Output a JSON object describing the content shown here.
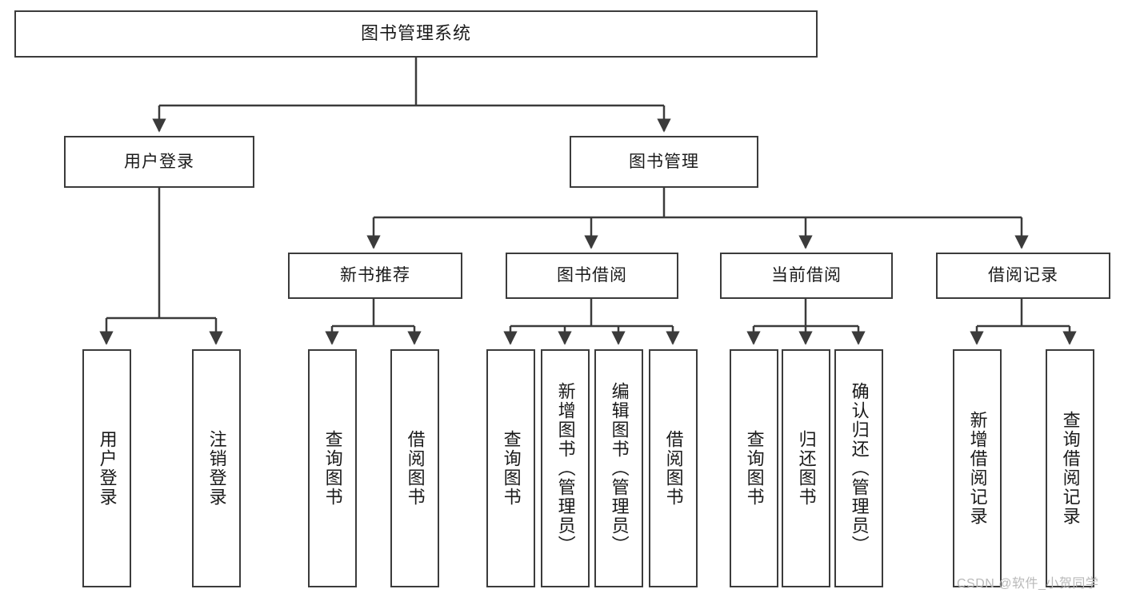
{
  "diagram": {
    "type": "tree-hierarchy-flowchart",
    "title": "图书管理系统",
    "colors": {
      "background": "#ffffff",
      "box_border": "#3b3b3b",
      "box_fill": "#ffffff",
      "connector": "#3b3b3b",
      "text": "#1a1a1a",
      "watermark": "#b9b9b9"
    },
    "levels": [
      {
        "level": 1,
        "nodes": [
          {
            "id": "root",
            "label": "图书管理系统",
            "orientation": "horizontal"
          }
        ]
      },
      {
        "level": 2,
        "nodes": [
          {
            "id": "login",
            "label": "用户登录",
            "orientation": "horizontal",
            "parent": "root"
          },
          {
            "id": "bookmgmt",
            "label": "图书管理",
            "orientation": "horizontal",
            "parent": "root"
          }
        ]
      },
      {
        "level": 3,
        "nodes": [
          {
            "id": "newbook",
            "label": "新书推荐",
            "orientation": "horizontal",
            "parent": "bookmgmt"
          },
          {
            "id": "borrow",
            "label": "图书借阅",
            "orientation": "horizontal",
            "parent": "bookmgmt"
          },
          {
            "id": "current",
            "label": "当前借阅",
            "orientation": "horizontal",
            "parent": "bookmgmt"
          },
          {
            "id": "records",
            "label": "借阅记录",
            "orientation": "horizontal",
            "parent": "bookmgmt"
          }
        ]
      },
      {
        "level": 4,
        "nodes": [
          {
            "id": "leaf1",
            "label": "用户登录",
            "orientation": "vertical",
            "parent": "login"
          },
          {
            "id": "leaf2",
            "label": "注销登录",
            "orientation": "vertical",
            "parent": "login"
          },
          {
            "id": "leaf3",
            "label": "查询图书",
            "orientation": "vertical",
            "parent": "newbook"
          },
          {
            "id": "leaf4",
            "label": "借阅图书",
            "orientation": "vertical",
            "parent": "newbook"
          },
          {
            "id": "leaf5",
            "label": "查询图书",
            "orientation": "vertical",
            "parent": "borrow"
          },
          {
            "id": "leaf6",
            "label": "新增图书（管理员）",
            "orientation": "vertical",
            "parent": "borrow"
          },
          {
            "id": "leaf7",
            "label": "编辑图书（管理员）",
            "orientation": "vertical",
            "parent": "borrow"
          },
          {
            "id": "leaf8",
            "label": "借阅图书",
            "orientation": "vertical",
            "parent": "borrow"
          },
          {
            "id": "leaf9",
            "label": "查询图书",
            "orientation": "vertical",
            "parent": "current"
          },
          {
            "id": "leaf10",
            "label": "归还图书",
            "orientation": "vertical",
            "parent": "current"
          },
          {
            "id": "leaf11",
            "label": "确认归还（管理员）",
            "orientation": "vertical",
            "parent": "current"
          },
          {
            "id": "leaf12",
            "label": "新增借阅记录",
            "orientation": "vertical",
            "parent": "records"
          },
          {
            "id": "leaf13",
            "label": "查询借阅记录",
            "orientation": "vertical",
            "parent": "records"
          }
        ]
      }
    ]
  },
  "watermark": {
    "text": "CSDN @软件_小贺同学"
  }
}
